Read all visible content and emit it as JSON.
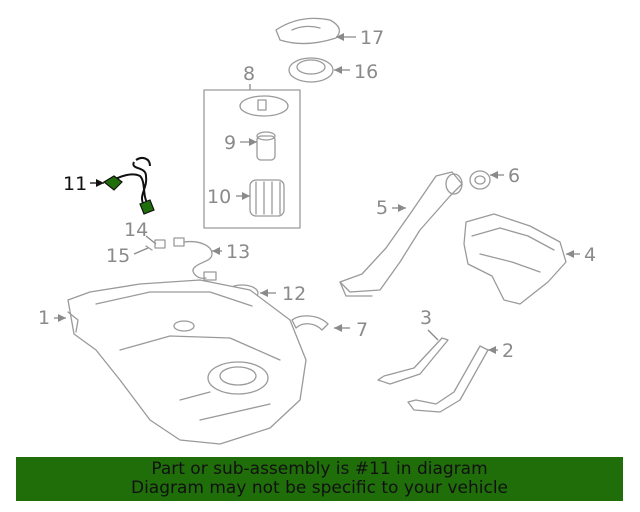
{
  "callouts": {
    "c1": "1",
    "c2": "2",
    "c3": "3",
    "c4": "4",
    "c5": "5",
    "c6": "6",
    "c7": "7",
    "c8": "8",
    "c9": "9",
    "c10": "10",
    "c11": "11",
    "c12": "12",
    "c13": "13",
    "c14": "14",
    "c15": "15",
    "c16": "16",
    "c17": "17"
  },
  "highlighted_part": "11",
  "colors": {
    "highlight": "#1f6e0a",
    "line": "#9a9a9a",
    "banner": "#1f6e0a"
  },
  "banner": {
    "line1": "Part or sub-assembly is #11 in diagram",
    "line2": "Diagram may not be specific to your vehicle"
  }
}
